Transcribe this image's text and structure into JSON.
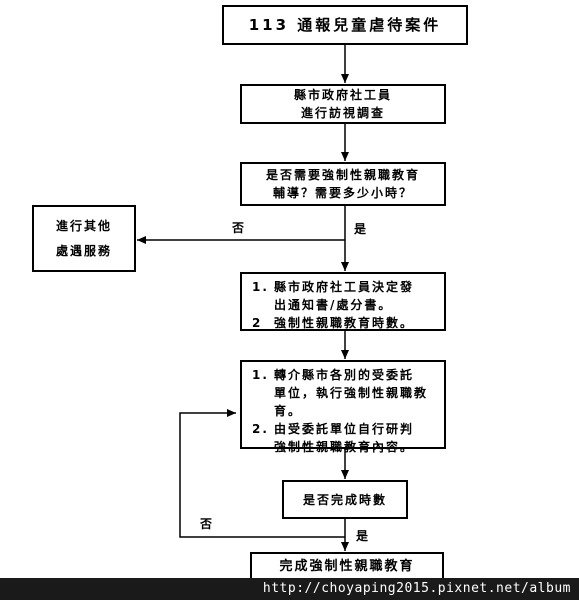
{
  "nodes": {
    "start": {
      "text": "113 通報兒童虐待案件"
    },
    "visit": {
      "line1": "縣市政府社工員",
      "line2": "進行訪視調查"
    },
    "decision": {
      "line1": "是否需要強制性親職教育",
      "line2": "輔導？需要多少小時？"
    },
    "other": {
      "line1": "進行其他",
      "line2": "處遇服務"
    },
    "notice": {
      "item1_num": "1.",
      "item1_line1": "縣市政府社工員決定發",
      "item1_line2": "出通知書/處分書。",
      "item2_num": "2",
      "item2_line1": "強制性親職教育時數。"
    },
    "referral": {
      "item1_num": "1.",
      "item1_line1": "轉介縣市各別的受委託",
      "item1_line2": "單位，執行強制性親職教",
      "item1_line3": "育。",
      "item2_num": "2.",
      "item2_line1": "由受委託單位自行研判",
      "item2_line2": "強制性親職教育內容。"
    },
    "check": {
      "text": "是否完成時數"
    },
    "done": {
      "text": "完成強制性親職教育"
    }
  },
  "labels": {
    "no_1": "否",
    "yes_1": "是",
    "no_2": "否",
    "yes_2": "是"
  },
  "watermark": "http://choyaping2015.pixnet.net/album"
}
